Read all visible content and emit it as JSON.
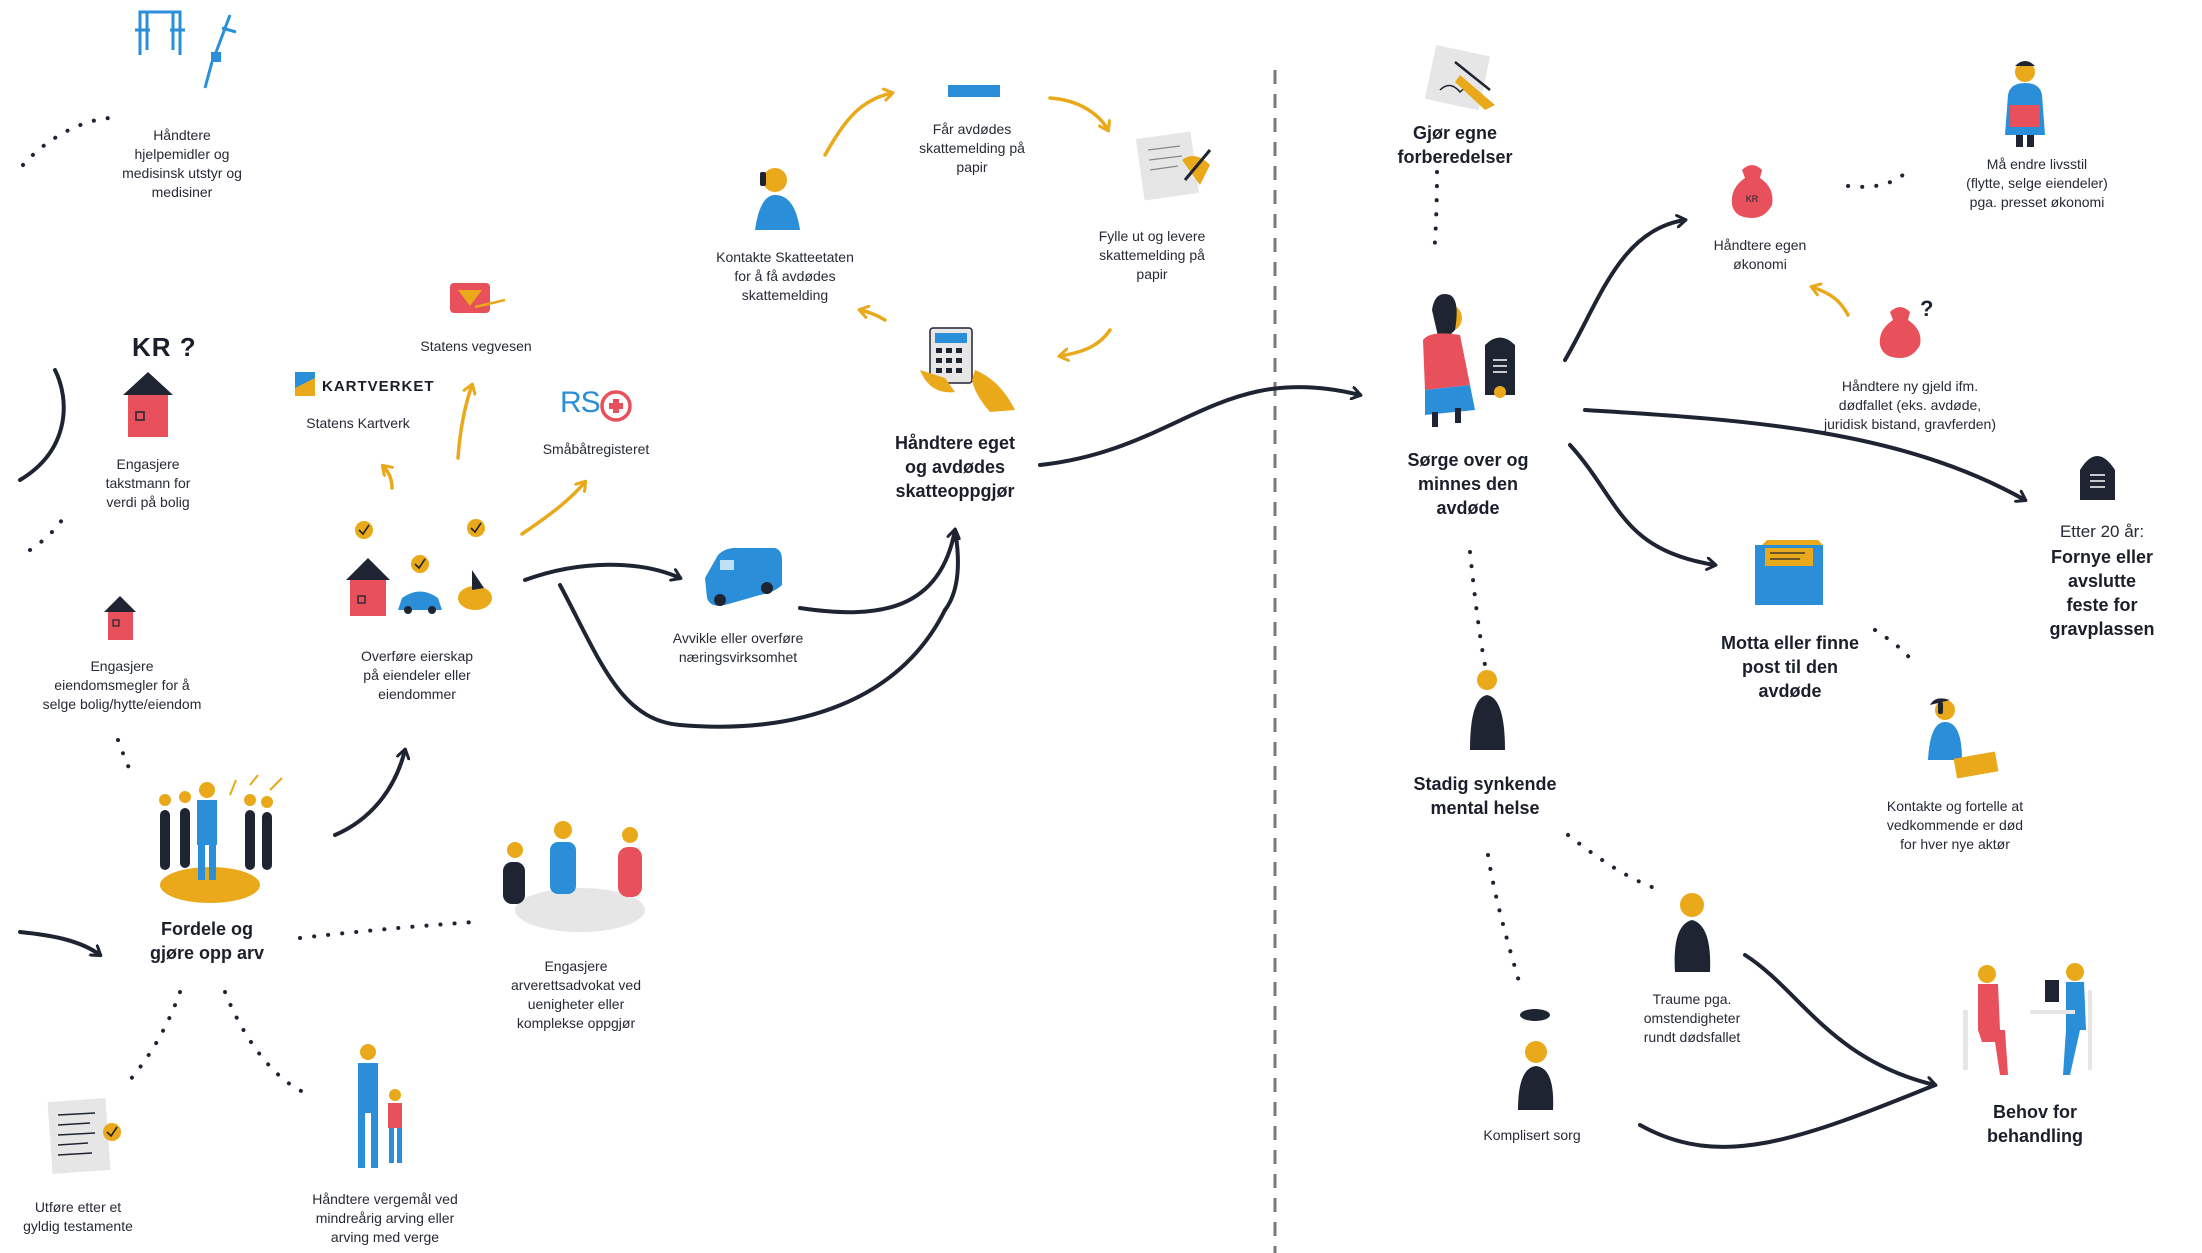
{
  "colors": {
    "navy": "#1f2433",
    "yellow": "#e9a91a",
    "blue": "#2a8fd8",
    "red": "#e8505b",
    "paper": "#ececec"
  },
  "left": {
    "hjelpemidler": "Håndtere\nhjelpemidler og\nmedisinsk utstyr og\nmedisiner",
    "kr_symbol": "KR ?",
    "takstmann": "Engasjere\ntakstmann for\nverdi på bolig",
    "eiendomsmegler": "Engasjere\neiendomsmegler for å\nselge bolig/hytte/eiendom",
    "fordele_title": "Fordele og\ngjøre opp arv",
    "testamente": "Utføre etter et\ngyldig testamente",
    "vergemal": "Håndtere vergemål ved\nmindreårig arving eller\narving med verge",
    "arverett": "Engasjere\narverettsadvokat ved\nuenigheter eller\nkomplekse oppgjør",
    "overfore": "Overføre eierskap\npå eiendeler eller\neiendommer",
    "kartverket_logo": "KARTVERKET",
    "kartverk": "Statens Kartverk",
    "vegvesen": "Statens vegvesen",
    "rs_logo": "RS",
    "smabat": "Småbåtregisteret",
    "avvikle": "Avvikle eller overføre\nnæringsvirksomhet",
    "skatt_title": "Håndtere eget\nog avdødes\nskatteoppgjør",
    "kontakte_skatt": "Kontakte Skatteetaten\nfor å få avdødes\nskattemelding",
    "far_avdodes": "Får avdødes\nskattemelding på\npapir",
    "fylle_ut": "Fylle ut og levere\nskattemelding på\npapir"
  },
  "right": {
    "forberedelser_title": "Gjør egne\nforberedelser",
    "sorge_title": "Sørge over og\nminnes den\navdøde",
    "okonomi": "Håndtere egen\nøkonomi",
    "livsstil": "Må endre livsstil\n(flytte, selge eiendeler)\npga. presset økonomi",
    "gjeld": "Håndtere ny gjeld ifm.\ndødfallet (eks. avdøde,\njuridisk bistand, gravferden)",
    "etter20": "Etter 20 år:",
    "feste_title": "Fornye eller avslutte\nfeste for gravplassen",
    "post_title": "Motta eller finne\npost til den\navdøde",
    "kontakte_aktor": "Kontakte og fortelle at\nvedkommende er død\nfor hver nye aktør",
    "mental_title": "Stadig synkende\nmental helse",
    "traume": "Traume pga.\nomstendigheter\nrundt dødsfallet",
    "komplisert": "Komplisert sorg",
    "behov_title": "Behov for\nbehandling",
    "bag_label": "KR"
  }
}
